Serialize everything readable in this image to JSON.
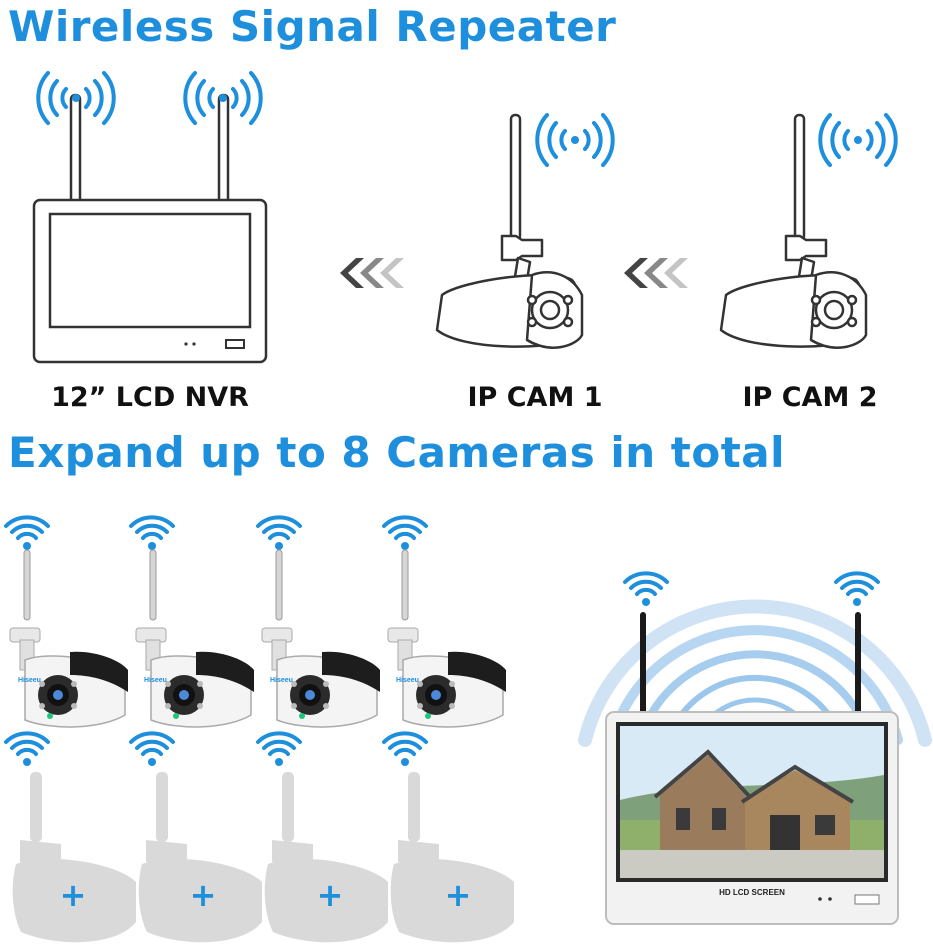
{
  "headings": {
    "top": "Wireless Signal Repeater",
    "bottom": "Expand up to 8 Cameras in total"
  },
  "captions": {
    "nvr": "12” LCD NVR",
    "cam1": "IP CAM 1",
    "cam2": "IP CAM 2"
  },
  "labels": {
    "screen": "HD LCD SCREEN"
  },
  "add_camera_symbol": "+",
  "colors": {
    "accent": "#1e8fdc",
    "signal": "#1e8fdc",
    "outline": "#333333",
    "placeholder": "#d9d9d9"
  },
  "icons": [
    "wifi-signal-icon",
    "chevron-arrows-icon",
    "plus-icon"
  ]
}
